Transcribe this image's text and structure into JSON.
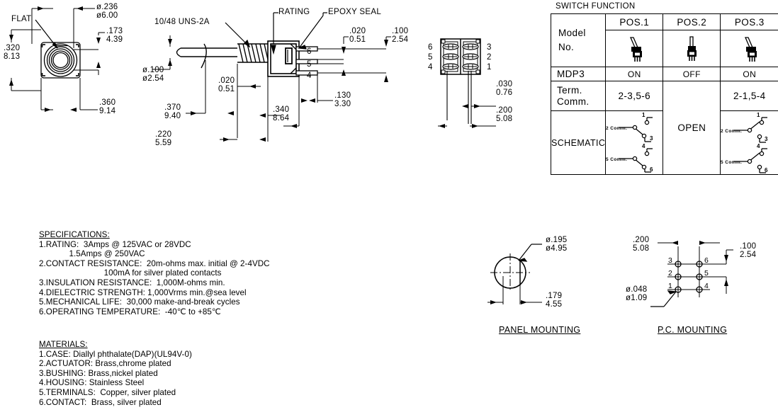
{
  "drawing": {
    "title_switch_function": "SWITCH FUNCTION",
    "front_view": {
      "flat_label": "FLAT",
      "dim_bushing_dia": "ø.236\nø6.00",
      "dim_bushing_len": ".173\n4.39",
      "dim_height": ".320\n8.13",
      "dim_width": ".360\n9.14"
    },
    "side_view": {
      "thread_label": "10/48 UNS-2A",
      "rating_label": "RATING",
      "epoxy_label": "EPOXY SEAL",
      "dim_actuator_dia": "ø.100\nø2.54",
      "dim_actuator_len": ".370\n9.40",
      "dim_thread_len": ".220\n5.59",
      "dim_gap": ".020\n0.51",
      "dim_body_len": ".340\n8.64",
      "dim_term_len": ".130\n3.30",
      "dim_term_thk": ".020\n0.51",
      "dim_term_pitch": ".100\n2.54",
      "terminals": [
        "6",
        "5",
        "4"
      ]
    },
    "bottom_view": {
      "left_terminals": [
        "6",
        "5",
        "4"
      ],
      "right_terminals": [
        "3",
        "2",
        "1"
      ],
      "dim_pin_thk": ".030\n0.76",
      "dim_pin_space": ".200\n5.08"
    },
    "panel_mounting": {
      "caption": "PANEL MOUNTING",
      "dim_hole_dia": "ø.195\nø4.95",
      "dim_flat": ".179\n4.55"
    },
    "pc_mounting": {
      "caption": "P.C. MOUNTING",
      "dim_row_space": ".200\n5.08",
      "dim_pitch": ".100\n2.54",
      "dim_hole_dia": "ø.048\nø1.09",
      "left_pads": [
        "3",
        "2",
        "1"
      ],
      "right_pads": [
        "6",
        "5",
        "4"
      ]
    }
  },
  "switch_table": {
    "corner_label": "Model\nNo.",
    "positions": [
      "POS.1",
      "POS.2",
      "POS.3"
    ],
    "model_row": {
      "label": "MDP3",
      "values": [
        "ON",
        "OFF",
        "ON"
      ]
    },
    "term_row": {
      "label": "Term.\nComm.",
      "values": [
        "2-3,5-6",
        "",
        "2-1,5-4"
      ]
    },
    "schematic_row": {
      "label": "SCHEMATIC",
      "center_text": "OPEN"
    },
    "schematic_labels": {
      "comm2": "2 Comm.",
      "comm5": "5 Comm.",
      "n1": "1",
      "n3": "3",
      "n4": "4",
      "n6": "6"
    }
  },
  "specifications": {
    "heading": "SPECIFICATIONS:",
    "lines": [
      "1.RATING:  3Amps @ 125VAC or 28VDC",
      "             1.5Amps @ 250VAC",
      "2.CONTACT RESISTANCE:  20m-ohms max. initial @ 2-4VDC",
      "                            100mA for silver plated contacts",
      "3.INSULATION RESISTANCE:  1,000M-ohms min.",
      "4.DIELECTRIC STRENGTH: 1,000Vrms min.@sea level",
      "5.MECHANICAL LIFE:  30,000 make-and-break cycles",
      "6.OPERATING TEMPERATURE:  -40℃ to +85℃"
    ]
  },
  "materials": {
    "heading": "MATERIALS:",
    "lines": [
      "1.CASE: Diallyl phthalate(DAP)(UL94V-0)",
      "2.ACTUATOR: Brass,chrome plated",
      "3.BUSHING: Brass,nickel plated",
      "4.HOUSING: Stainless Steel",
      "5.TERMINALS:  Copper, silver plated",
      "6.CONTACT:  Brass, silver plated"
    ]
  },
  "colors": {
    "line": "#000000",
    "background": "#ffffff"
  }
}
